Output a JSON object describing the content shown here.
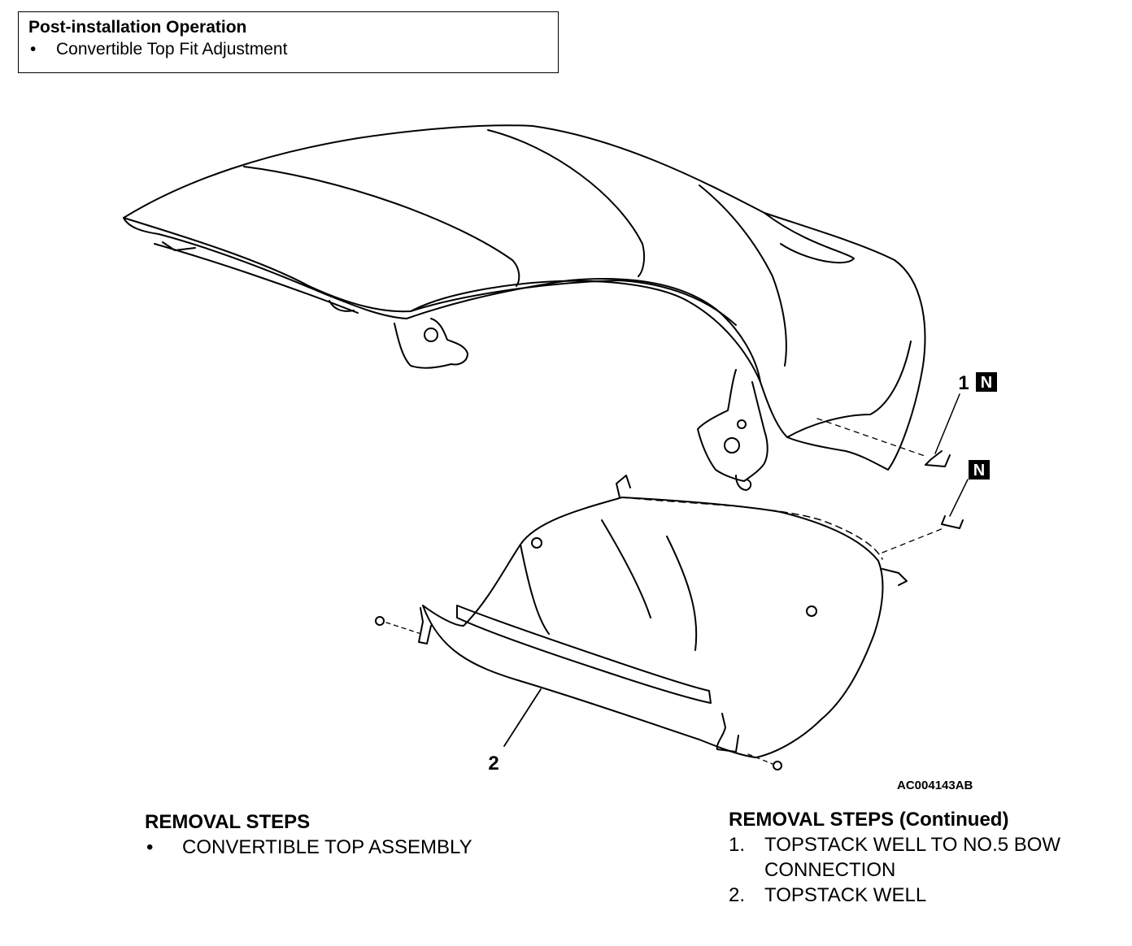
{
  "post_installation": {
    "title": "Post-installation Operation",
    "bullet": "•",
    "item": "Convertible Top Fit Adjustment"
  },
  "diagram": {
    "callout_1": "1",
    "callout_2": "2",
    "new_part_mark": "N",
    "figure_code": "AC004143AB"
  },
  "removal_left": {
    "title": "REMOVAL STEPS",
    "bullet": "•",
    "item": "CONVERTIBLE TOP ASSEMBLY"
  },
  "removal_right": {
    "title": "REMOVAL STEPS (Continued)",
    "items": [
      {
        "num": "1.",
        "line1": "TOPSTACK WELL TO NO.5 BOW",
        "line2": "CONNECTION"
      },
      {
        "num": "2.",
        "line1": "TOPSTACK WELL"
      }
    ]
  }
}
